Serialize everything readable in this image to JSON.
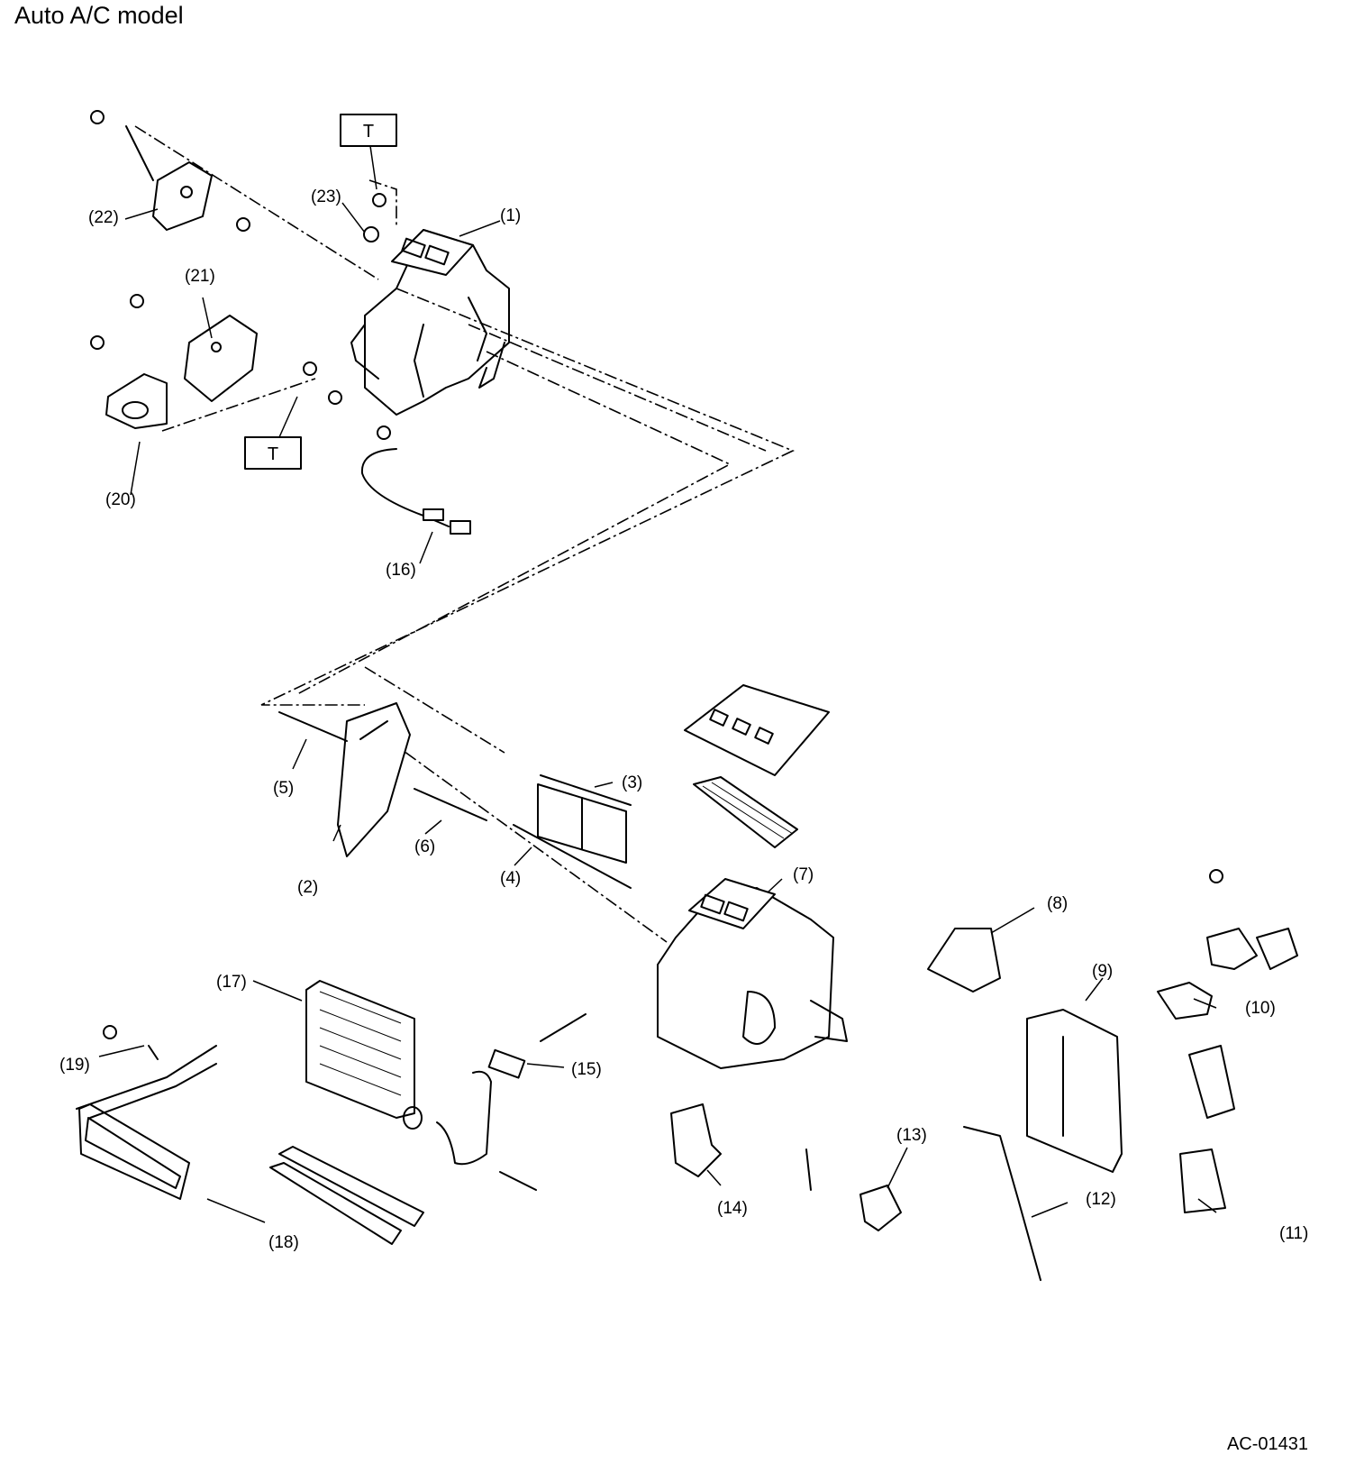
{
  "title": "Auto A/C model",
  "doc_code": "AC-01431",
  "torque_marker": "T",
  "callouts": {
    "c1": "(1)",
    "c2": "(2)",
    "c3": "(3)",
    "c4": "(4)",
    "c5": "(5)",
    "c6": "(6)",
    "c7": "(7)",
    "c8": "(8)",
    "c9": "(9)",
    "c10": "(10)",
    "c11": "(11)",
    "c12": "(12)",
    "c13": "(13)",
    "c14": "(14)",
    "c15": "(15)",
    "c16": "(16)",
    "c17": "(17)",
    "c18": "(18)",
    "c19": "(19)",
    "c20": "(20)",
    "c21": "(21)",
    "c22": "(22)",
    "c23": "(23)"
  }
}
